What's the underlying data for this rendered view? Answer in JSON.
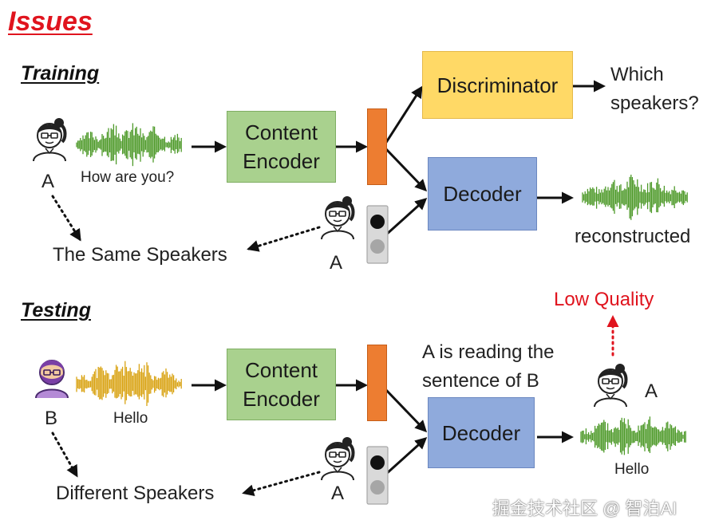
{
  "title": "Issues",
  "training": {
    "heading": "Training",
    "speaker_label": "A",
    "utterance": "How are you?",
    "encoder_label": "Content Encoder",
    "discriminator_label": "Discriminator",
    "discriminator_output": "Which speakers?",
    "decoder_label": "Decoder",
    "decoder_output": "reconstructed",
    "speaker_input_label": "A",
    "relation": "The Same Speakers",
    "wave_color": "#4e9a2a"
  },
  "testing": {
    "heading": "Testing",
    "speaker_label": "B",
    "utterance": "Hello",
    "encoder_label": "Content Encoder",
    "decoder_label": "Decoder",
    "note": "A is reading the sentence of B",
    "result_speaker": "A",
    "quality": "Low Quality",
    "output_utterance": "Hello",
    "speaker_input_label": "A",
    "relation": "Different Speakers",
    "wave_color": "#d9a312"
  },
  "watermark": "掘金技术社区 @ 智泊AI",
  "colors": {
    "encoder": "#a9d18e",
    "discriminator": "#ffd966",
    "decoder": "#8faadc",
    "bottleneck": "#ed7d31",
    "highlight": "#e0141e"
  }
}
